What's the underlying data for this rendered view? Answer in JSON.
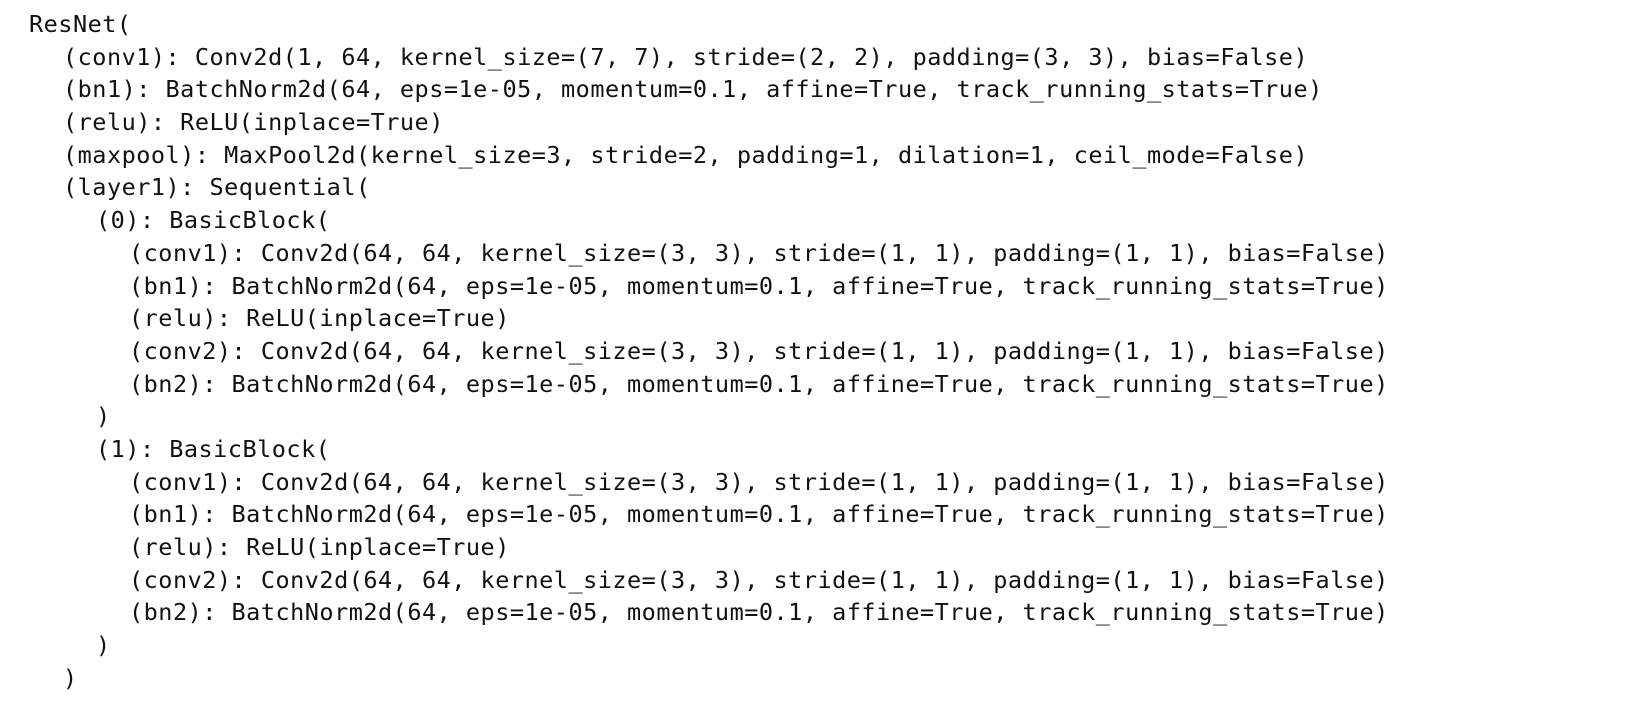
{
  "output": {
    "lines": [
      {
        "indent": 0,
        "text": "ResNet("
      },
      {
        "indent": 1,
        "text": "(conv1): Conv2d(1, 64, kernel_size=(7, 7), stride=(2, 2), padding=(3, 3), bias=False)"
      },
      {
        "indent": 1,
        "text": "(bn1): BatchNorm2d(64, eps=1e-05, momentum=0.1, affine=True, track_running_stats=True)"
      },
      {
        "indent": 1,
        "text": "(relu): ReLU(inplace=True)"
      },
      {
        "indent": 1,
        "text": "(maxpool): MaxPool2d(kernel_size=3, stride=2, padding=1, dilation=1, ceil_mode=False)"
      },
      {
        "indent": 1,
        "text": "(layer1): Sequential("
      },
      {
        "indent": 2,
        "text": "(0): BasicBlock("
      },
      {
        "indent": 3,
        "text": "(conv1): Conv2d(64, 64, kernel_size=(3, 3), stride=(1, 1), padding=(1, 1), bias=False)"
      },
      {
        "indent": 3,
        "text": "(bn1): BatchNorm2d(64, eps=1e-05, momentum=0.1, affine=True, track_running_stats=True)"
      },
      {
        "indent": 3,
        "text": "(relu): ReLU(inplace=True)"
      },
      {
        "indent": 3,
        "text": "(conv2): Conv2d(64, 64, kernel_size=(3, 3), stride=(1, 1), padding=(1, 1), bias=False)"
      },
      {
        "indent": 3,
        "text": "(bn2): BatchNorm2d(64, eps=1e-05, momentum=0.1, affine=True, track_running_stats=True)"
      },
      {
        "indent": 2,
        "text": ")"
      },
      {
        "indent": 2,
        "text": "(1): BasicBlock("
      },
      {
        "indent": 3,
        "text": "(conv1): Conv2d(64, 64, kernel_size=(3, 3), stride=(1, 1), padding=(1, 1), bias=False)"
      },
      {
        "indent": 3,
        "text": "(bn1): BatchNorm2d(64, eps=1e-05, momentum=0.1, affine=True, track_running_stats=True)"
      },
      {
        "indent": 3,
        "text": "(relu): ReLU(inplace=True)"
      },
      {
        "indent": 3,
        "text": "(conv2): Conv2d(64, 64, kernel_size=(3, 3), stride=(1, 1), padding=(1, 1), bias=False)"
      },
      {
        "indent": 3,
        "text": "(bn2): BatchNorm2d(64, eps=1e-05, momentum=0.1, affine=True, track_running_stats=True)"
      },
      {
        "indent": 2,
        "text": ")"
      },
      {
        "indent": 1,
        "text": ")"
      }
    ]
  },
  "colors": {
    "text": "#111111",
    "background": "#ffffff"
  }
}
